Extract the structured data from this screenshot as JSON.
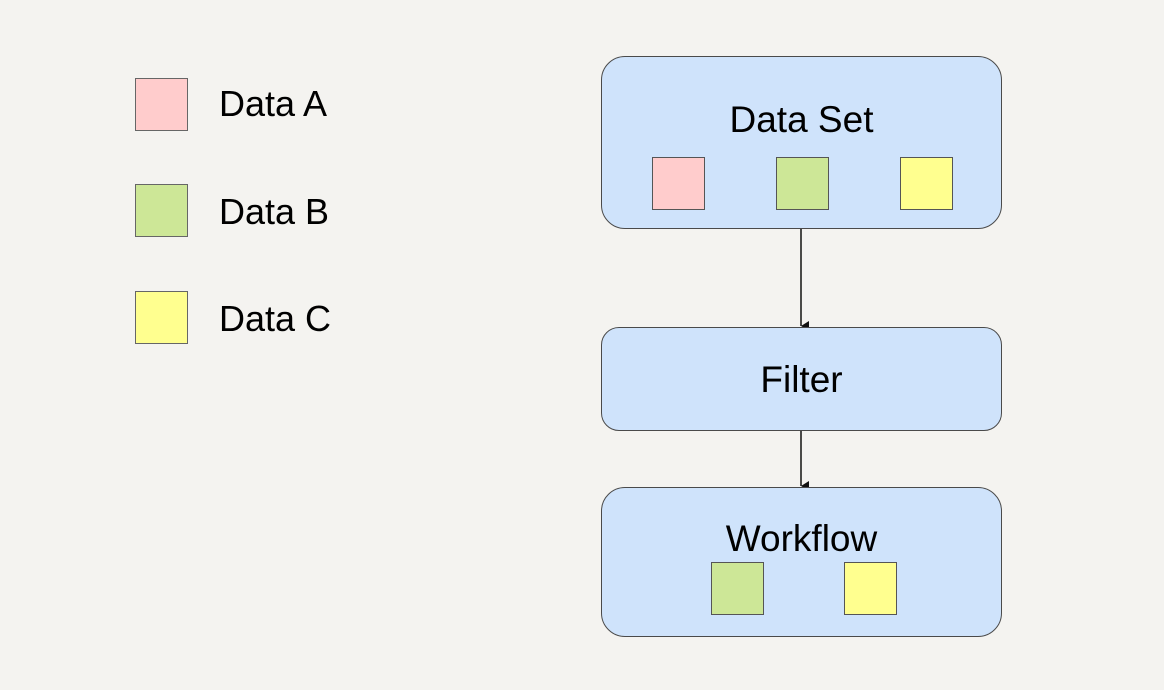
{
  "colors": {
    "background": "#f4f3f0",
    "node_fill": "#cfe3fb",
    "node_border": "#4a4a4a",
    "data_a": "#ffcccc",
    "data_b": "#cde797",
    "data_c": "#ffff8f"
  },
  "legend": {
    "items": [
      {
        "label": "Data A",
        "color": "#ffcccc"
      },
      {
        "label": "Data B",
        "color": "#cde797"
      },
      {
        "label": "Data C",
        "color": "#ffff8f"
      }
    ]
  },
  "nodes": {
    "data_set": {
      "title": "Data Set",
      "contains": [
        "Data A",
        "Data B",
        "Data C"
      ]
    },
    "filter": {
      "title": "Filter"
    },
    "workflow": {
      "title": "Workflow",
      "contains": [
        "Data B",
        "Data C"
      ]
    }
  },
  "edges": [
    {
      "from": "Data Set",
      "to": "Filter"
    },
    {
      "from": "Filter",
      "to": "Workflow"
    }
  ]
}
